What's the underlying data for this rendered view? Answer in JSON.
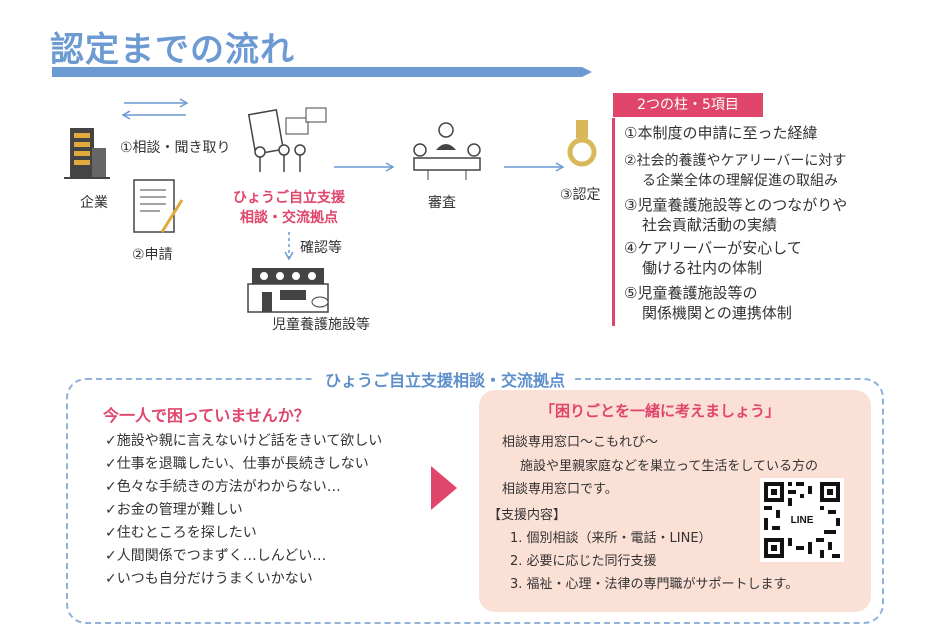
{
  "header": {
    "title": "認定までの流れ"
  },
  "flow": {
    "company_label": "企業",
    "consult_label": "①相談・聞き取り",
    "apply_label": "②申請",
    "center_label_line1": "ひょうご自立支援",
    "center_label_line2": "相談・交流拠点",
    "confirm_label": "確認等",
    "facility_label": "児童養護施設等",
    "review_label": "審査",
    "certify_label": "③認定"
  },
  "pillars": {
    "heading": "2つの柱・5項目",
    "items": [
      {
        "line1": "①本制度の申請に至った経緯",
        "line2": ""
      },
      {
        "line1": "②社会的養護やケアリーバーに対す",
        "line2": "る企業全体の理解促進の取組み"
      },
      {
        "line1": "③児童養護施設等とのつながりや",
        "line2": "社会貢献活動の実績"
      },
      {
        "line1": "④ケアリーバーが安心して",
        "line2": "働ける社内の体制"
      },
      {
        "line1": "⑤児童養護施設等の",
        "line2": "関係機関との連携体制"
      }
    ]
  },
  "support": {
    "box_title": "ひょうご自立支援相談・交流拠点",
    "left_heading": "今一人で困っていませんか？",
    "checks": [
      "✓施設や親に言えないけど話をきいて欲しい",
      "✓仕事を退職したい、仕事が長続きしない",
      "✓色々な手続きの方法がわからない…",
      "✓お金の管理が難しい",
      "✓住むところを探したい",
      "✓人間関係でつまずく…しんどい…",
      "✓いつも自分だけうまくいかない"
    ],
    "right_heading": "「困りごとを一緒に考えましょう」",
    "window_name": "相談専用窓口～こもれび～",
    "desc_line1": "施設や里親家庭などを巣立って生活をしている方の",
    "desc_line2": "相談専用窓口です。",
    "content_heading": "【支援内容】",
    "contents": [
      "1. 個別相談（来所・電話・LINE）",
      "2. 必要に応じた同行支援",
      "3. 福祉・心理・法律の専門職がサポートします。"
    ],
    "qr_label": "LINE"
  },
  "colors": {
    "accent_blue": "#6c9ad2",
    "accent_pink": "#e0466b",
    "panel_peach": "#fbe0d6",
    "dash_blue": "#8fb1dc"
  }
}
